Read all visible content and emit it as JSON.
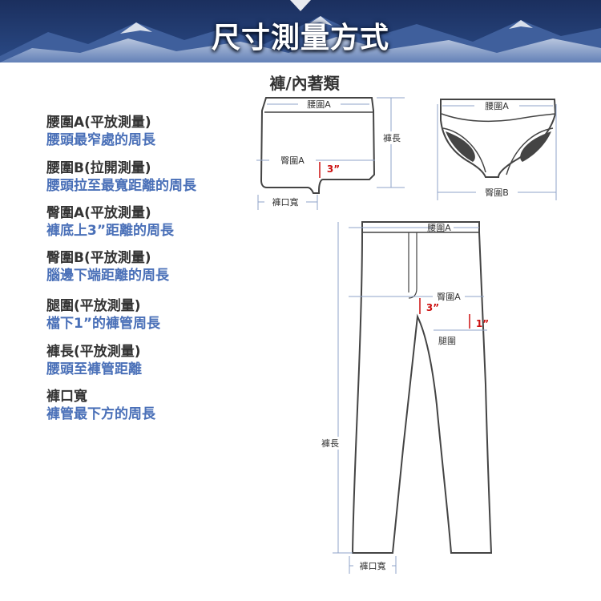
{
  "banner": {
    "title": "尺寸測量方式"
  },
  "subtitle": "褲/內著類",
  "descriptions": [
    {
      "title": "腰圍A(平放測量)",
      "detail": "腰頭最窄處的周長"
    },
    {
      "title": "腰圍B(拉開測量)",
      "detail": "腰頭拉至最寬距離的周長"
    },
    {
      "title": "臀圍A(平放測量)",
      "detail": "褲底上3”距離的周長"
    },
    {
      "title": "臀圍B(平放測量)",
      "detail": "腦邊下端距離的周長"
    },
    {
      "title": "腿圍(平放測量)",
      "detail": "檔下1”的褲管周長"
    },
    {
      "title": "褲長(平放測量)",
      "detail": "腰頭至褲管距離"
    },
    {
      "title": "褲口寬",
      "detail": "褲管最下方的周長"
    }
  ],
  "boxer": {
    "waist_label": "腰圍A",
    "hip_label": "臀圍A",
    "length_label": "褲長",
    "hem_label": "褲口寬",
    "offset_label": "3”"
  },
  "brief": {
    "waist_label": "腰圍A",
    "hip_label": "臀圍B"
  },
  "pants": {
    "waist_label": "腰圍A",
    "hip_label": "臀圍A",
    "hip_offset_label": "3”",
    "thigh_offset_label": "1”",
    "thigh_label": "腿圍",
    "length_label": "褲長",
    "hem_label": "褲口寬"
  },
  "colors": {
    "accent_blue": "#4a70b8",
    "measure_line": "#8fa3c8",
    "highlight_red": "#cc1111",
    "outline": "#444444"
  }
}
